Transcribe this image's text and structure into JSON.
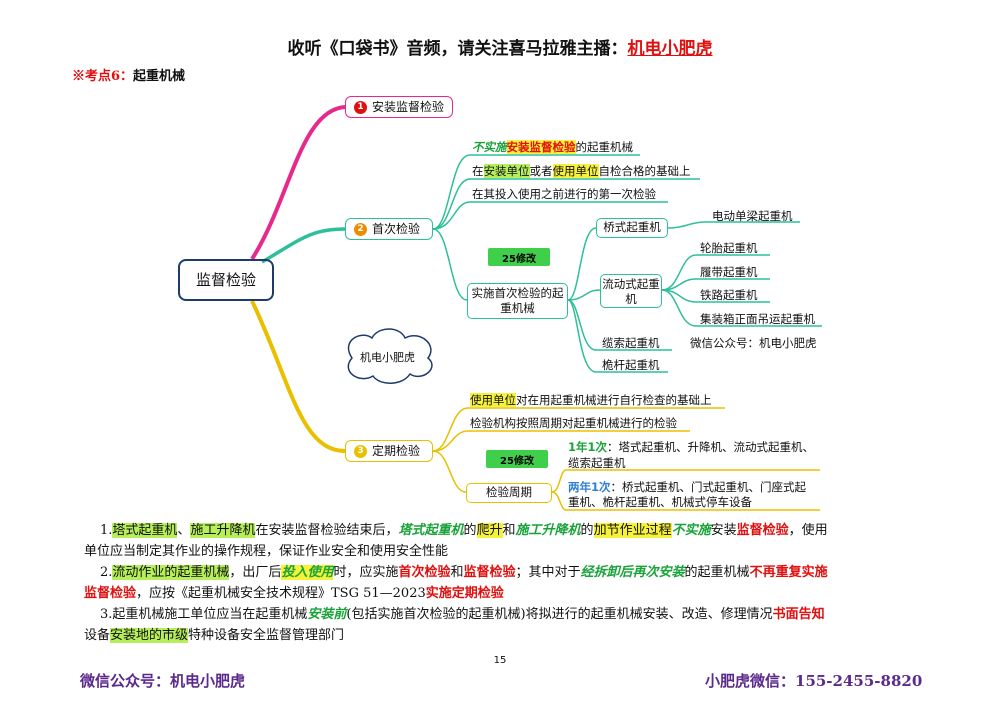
{
  "header": {
    "prefix": "收听《口袋书》音频，请关注喜马拉雅主播：",
    "host": "机电小肥虎"
  },
  "topic": {
    "mark": "※考点6：",
    "title": "起重机械"
  },
  "mindmap": {
    "root": "监督检验",
    "b1": {
      "num": "1",
      "label": "安装监督检验"
    },
    "b2": {
      "num": "2",
      "label": "首次检验",
      "l1": {
        "part1": "不实施",
        "part2": "安装监督检验",
        "part3": "的起重机械"
      },
      "l2": {
        "p1": "在",
        "p2": "安装单位",
        "p3": "或者",
        "p4": "使用单位",
        "p5": "自检合格的基础上"
      },
      "l3": "在其投入使用之前进行的第一次检验",
      "tag": "25修改",
      "center": "实施首次检验的起重机械",
      "bridge": "桥式起重机",
      "bridge_leaf": "电动单梁起重机",
      "mobile": "流动式起重机",
      "mobile_leaves": [
        "轮胎起重机",
        "履带起重机",
        "铁路起重机",
        "集装箱正面吊运起重机"
      ],
      "cable": "缆索起重机",
      "watermark": "微信公众号：机电小肥虎",
      "mast": "桅杆起重机"
    },
    "b3": {
      "num": "3",
      "label": "定期检验",
      "l1": {
        "p1": "使用单位",
        "p2": "对在用起重机械进行自行检查的基础上"
      },
      "l2": "检验机构按照周期对起重机械进行的检验",
      "tag": "25修改",
      "cycle": "检验周期",
      "y1": {
        "key": "1年1次",
        "text": "：塔式起重机、升降机、流动式起重机、",
        "text2": "缆索起重机"
      },
      "y2": {
        "key": "两年1次",
        "text": "：桥式起重机、门式起重机、门座式起",
        "text2": "重机、桅杆起重机、机械式停车设备"
      }
    },
    "cloud": "机电小肥虎"
  },
  "paras": {
    "p1": {
      "a": "1.",
      "b": "塔式起重机",
      "c": "、",
      "d": "施工升降机",
      "e": "在安装监督检验结束后，",
      "f": "塔式起重机",
      "g": "的",
      "h": "爬升",
      "i": "和",
      "j": "施工升降机",
      "k": "的",
      "l": "加节作业过程",
      "m": "不实施",
      "n": "安装",
      "o": "监督检验",
      "p": "，使用",
      "q": "单位应当制定其作业的操作规程，保证作业安全和使用安全性能"
    },
    "p2": {
      "a": "2.",
      "b": "流动作业的起重机械",
      "c": "，出厂后",
      "d": "投入使用",
      "e": "时，应实施",
      "f": "首次检验",
      "g": "和",
      "h": "监督检验",
      "i": "；其中对于",
      "j": "经拆卸后再次安装",
      "k": "的起重机械",
      "l": "不再重复实施",
      "m": "监督检验",
      "n": "，应按《起重机械安全技术规程》TSG 51—2023",
      "o": "实施定期检验"
    },
    "p3": {
      "a": "3.起重机械施工单位应当在起重机械",
      "b": "安装前",
      "c": "(包括实施首次检验的起重机械)将拟进行的起重机械安装、改造、修理情况",
      "d": "书面告知",
      "e": "设备",
      "f": "安装地的市级",
      "g": "特种设备安全监督管理部门"
    }
  },
  "page_number": "15",
  "footer": {
    "left": "微信公众号：机电小肥虎",
    "right": "小肥虎微信：155-2455-8820"
  },
  "colors": {
    "pink": "#e6298c",
    "teal": "#2dbf9a",
    "yellow": "#e8c000",
    "red": "#e01010",
    "purple": "#5b2a8c"
  }
}
